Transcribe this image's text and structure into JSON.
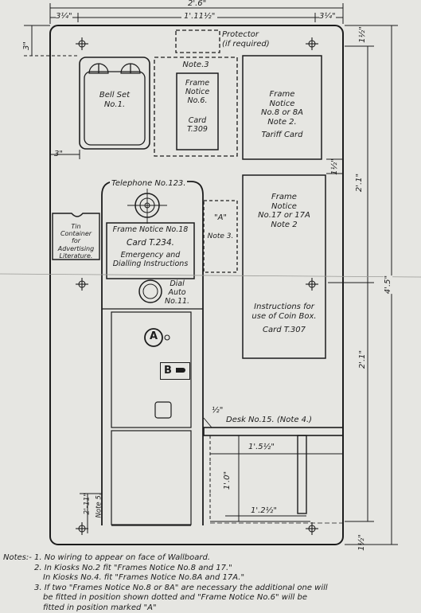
{
  "dimensions": {
    "overall_width": "2'.6\"",
    "left_margin": "3¼\"",
    "center_width": "1'.11½\"",
    "right_margin": "3¼\"",
    "top_left": "3\"",
    "side_left": "3\"",
    "top_right": "1½\"",
    "upper_height": "2'.1\"",
    "total_height": "4'.5\"",
    "lower_height": "2'.1\"",
    "mid_gap": "1½\"",
    "desk_width": "1'.5½\"",
    "desk_height": "1'.0\"",
    "desk_inner": "1'.2½\"",
    "bottom_right": "1½\"",
    "desk_offset": "½\"",
    "telephone_bottom": "2'-11\""
  },
  "labels": {
    "protector": "Protector",
    "protector_sub": "(if required)",
    "note3_top": "Note.3",
    "frame6_line1": "Frame",
    "frame6_line2": "Notice",
    "frame6_line3": "No.6.",
    "frame6_card": "Card",
    "frame6_cardno": "T.309",
    "bellset_line1": "Bell Set",
    "bellset_line2": "No.1.",
    "frame8_line1": "Frame",
    "frame8_line2": "Notice",
    "frame8_line3": "No.8 or 8A",
    "frame8_line4": "Note 2.",
    "tariff": "Tariff Card",
    "telephone": "Telephone No.123.",
    "tin_line1": "Tin",
    "tin_line2": "Container",
    "tin_line3": "for",
    "tin_line4": "Advertising",
    "tin_line5": "Literature.",
    "frame18": "Frame Notice No.18",
    "card234": "Card T.234.",
    "emerg_line1": "Emergency and",
    "emerg_line2": "Dialling Instructions",
    "dial_line1": "Dial",
    "dial_line2": "Auto",
    "dial_line3": "No.11.",
    "a_dotted": "\"A\"",
    "note3_mid": "Note 3.",
    "frame17_line1": "Frame",
    "frame17_line2": "Notice",
    "frame17_line3": "No.17 or 17A",
    "frame17_line4": "Note 2",
    "instr_line1": "Instructions for",
    "instr_line2": "use of Coin Box.",
    "card307": "Card T.307",
    "button_a": "A",
    "button_b": "B",
    "desk": "Desk No.15. (Note 4.)",
    "note5": "Note 5."
  },
  "notes": {
    "heading": "Notes:-",
    "n1": "1. No wiring to appear on face of Wallboard.",
    "n2a": "2. In Kiosks No.2 fit \"Frames Notice No.8 and 17.\"",
    "n2b": "In Kiosks No.4. fit \"Frames Notice No.8A and 17A.\"",
    "n3a": "3. If two \"Frames Notice No.8 or 8A\" are necessary the additional one will",
    "n3b": "be fitted in position shown dotted and \"Frame Notice No.6\" will be",
    "n3c": "fitted in position marked \"A\""
  }
}
